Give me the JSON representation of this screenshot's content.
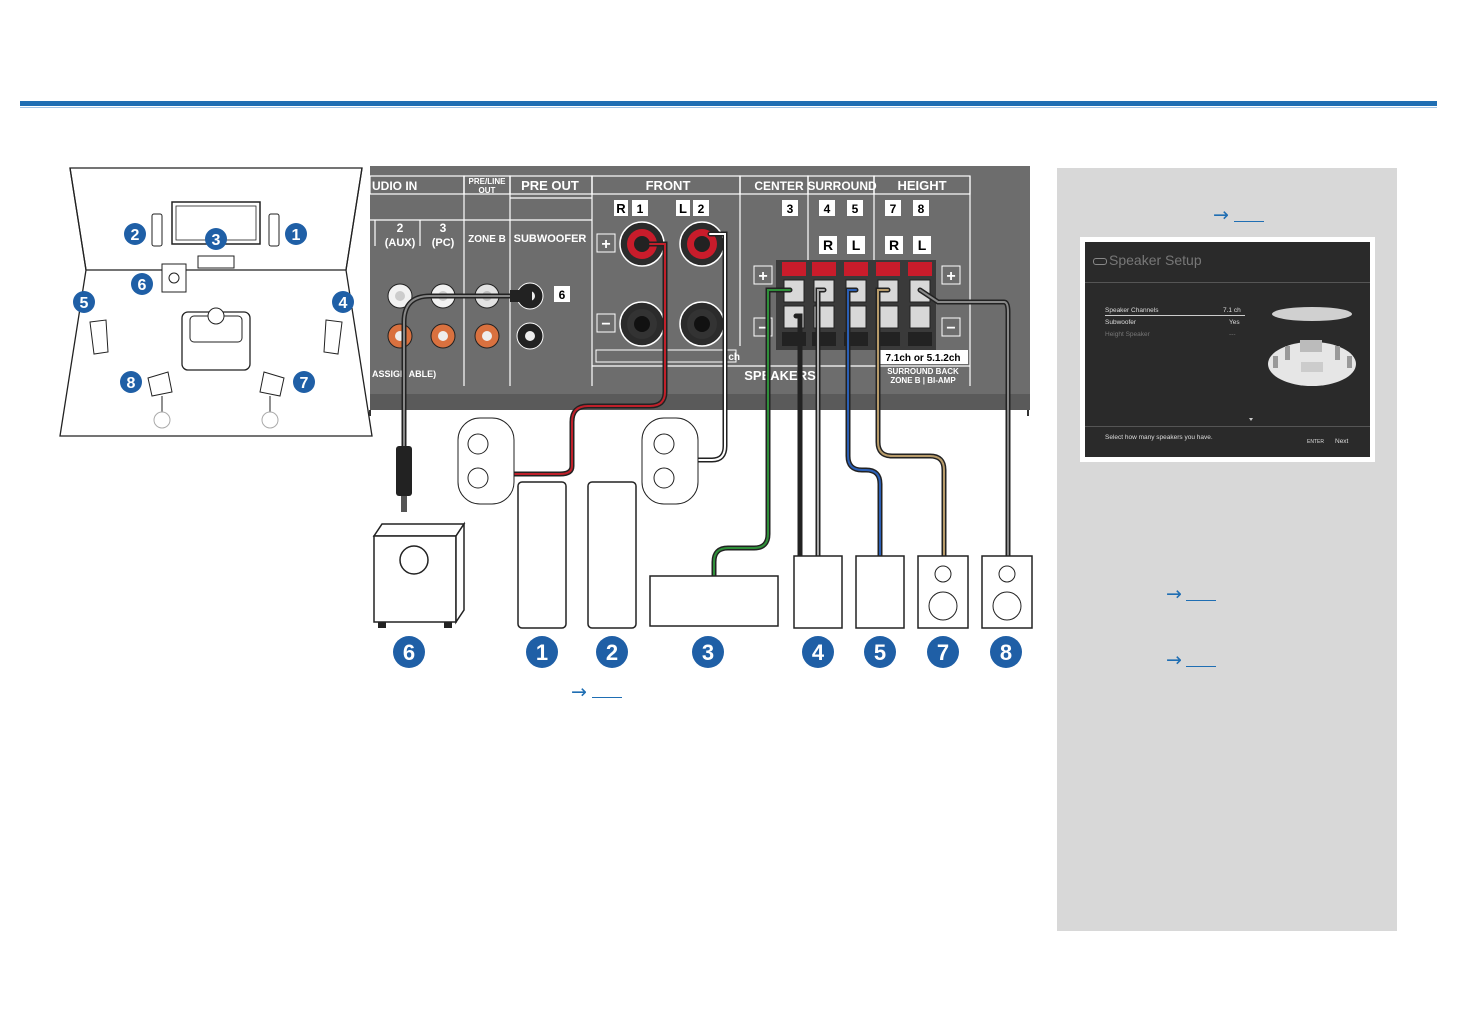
{
  "colors": {
    "accent": "#1f6eb3",
    "panel": "#6d6d6d",
    "sidebar": "#d8d8d8",
    "front_r_wire": "#c0202a",
    "center_wire": "#2f8f3a",
    "surround_l_wire": "#2b5fb5",
    "height_r_wire": "#b79b6a"
  },
  "panel": {
    "audio_in": "UDIO IN",
    "pre_line_out_1": "PRE/LINE",
    "pre_line_out_2": "OUT",
    "pre_out": "PRE OUT",
    "front": "FRONT",
    "center": "CENTER",
    "surround": "SURROUND",
    "height": "HEIGHT",
    "in2": "2",
    "in2_sub": "(AUX)",
    "in3": "3",
    "in3_sub": "(PC)",
    "zone_b": "ZONE B",
    "subwoofer": "SUBWOOFER",
    "sub_num": "6",
    "r": "R",
    "l": "L",
    "front_r_num": "1",
    "front_l_num": "2",
    "center_num": "3",
    "surr_r_num": "4",
    "surr_l_num": "5",
    "height_r_num": "7",
    "height_l_num": "8",
    "plus": "+",
    "minus": "−",
    "ch_label": "ch",
    "assign": "ASSIGN ABLE)",
    "speakers": "SPEAKERS",
    "height_mode": "7.1ch or 5.1.2ch",
    "surround_back_1": "SURROUND BACK",
    "surround_back_2": "ZONE B | BI-AMP"
  },
  "speaker_numbers": [
    "6",
    "1",
    "2",
    "3",
    "4",
    "5",
    "7",
    "8"
  ],
  "layout_numbers": [
    "1",
    "2",
    "3",
    "4",
    "5",
    "6",
    "7",
    "8"
  ],
  "links": {
    "arrow": "→"
  },
  "screen": {
    "title": "Speaker Setup",
    "rows": [
      {
        "label": "Speaker Channels",
        "value": "7.1 ch"
      },
      {
        "label": "Subwoofer",
        "value": "Yes"
      },
      {
        "label": "Height Speaker",
        "value": "---"
      }
    ],
    "hint": "Select how many speakers you have.",
    "enter": "ENTER",
    "next": "Next"
  }
}
